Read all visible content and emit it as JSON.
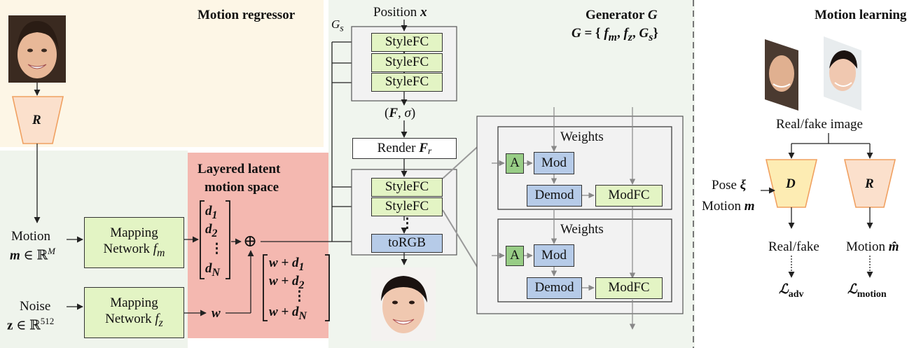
{
  "sections": {
    "motion_regressor": "Motion regressor",
    "layered_latent_line1": "Layered latent",
    "layered_latent_line2": "motion space",
    "generator_line1": "Generator G",
    "generator_line2": "G = { f_m, f_z, G_s }",
    "gs_label": "G_s",
    "motion_learning": "Motion learning"
  },
  "regressor": {
    "label": "R"
  },
  "inputs": {
    "motion_word": "Motion",
    "motion_symbol": "m ∈ ℝ^M",
    "noise_word": "Noise",
    "noise_symbol": "z ∈ ℝ^512"
  },
  "mapping_m": {
    "line1": "Mapping",
    "line2": "Network f_m"
  },
  "mapping_z": {
    "line1": "Mapping",
    "line2": "Network f_z"
  },
  "vectors": {
    "d": [
      "d_1",
      "d_2",
      "⋮",
      "d_N"
    ],
    "wd": [
      "w + d_1",
      "w + d_2",
      "⋮",
      "w + d_N"
    ],
    "w": "w",
    "oplus": "⊕"
  },
  "generator": {
    "position": "Position x",
    "stylefc": [
      "StyleFC",
      "StyleFC",
      "StyleFC"
    ],
    "f_sigma": "(F, σ)",
    "render": "Render F_r",
    "stylefc2": [
      "StyleFC",
      "StyleFC"
    ],
    "dots": "⋮",
    "torgb": "toRGB"
  },
  "detail": {
    "weights": [
      "Weights",
      "Weights"
    ],
    "a": [
      "A",
      "A"
    ],
    "mod": [
      "Mod",
      "Mod"
    ],
    "demod": [
      "Demod",
      "Demod"
    ],
    "modfc": [
      "ModFC",
      "ModFC"
    ]
  },
  "learning": {
    "realfake_image": "Real/fake image",
    "pose": "Pose ξ",
    "motion": "Motion m",
    "d_label": "D",
    "r_label": "R",
    "realfake": "Real/fake",
    "motion_hat": "Motion m̂",
    "loss_adv": "L_adv",
    "loss_motion": "L_motion"
  },
  "colors": {
    "regressor_bg": "#fdf6e6",
    "latent_bg": "#f4b8b0",
    "generator_bg": "#f0f5ee",
    "light_green": "#e3f4c4",
    "dark_green": "#98cd86",
    "blue": "#b6cbe8",
    "trapezoid_orange": "#fbe0cc",
    "trapezoid_yellow": "#fdecb3",
    "trapezoid_border": "#f0a060"
  }
}
